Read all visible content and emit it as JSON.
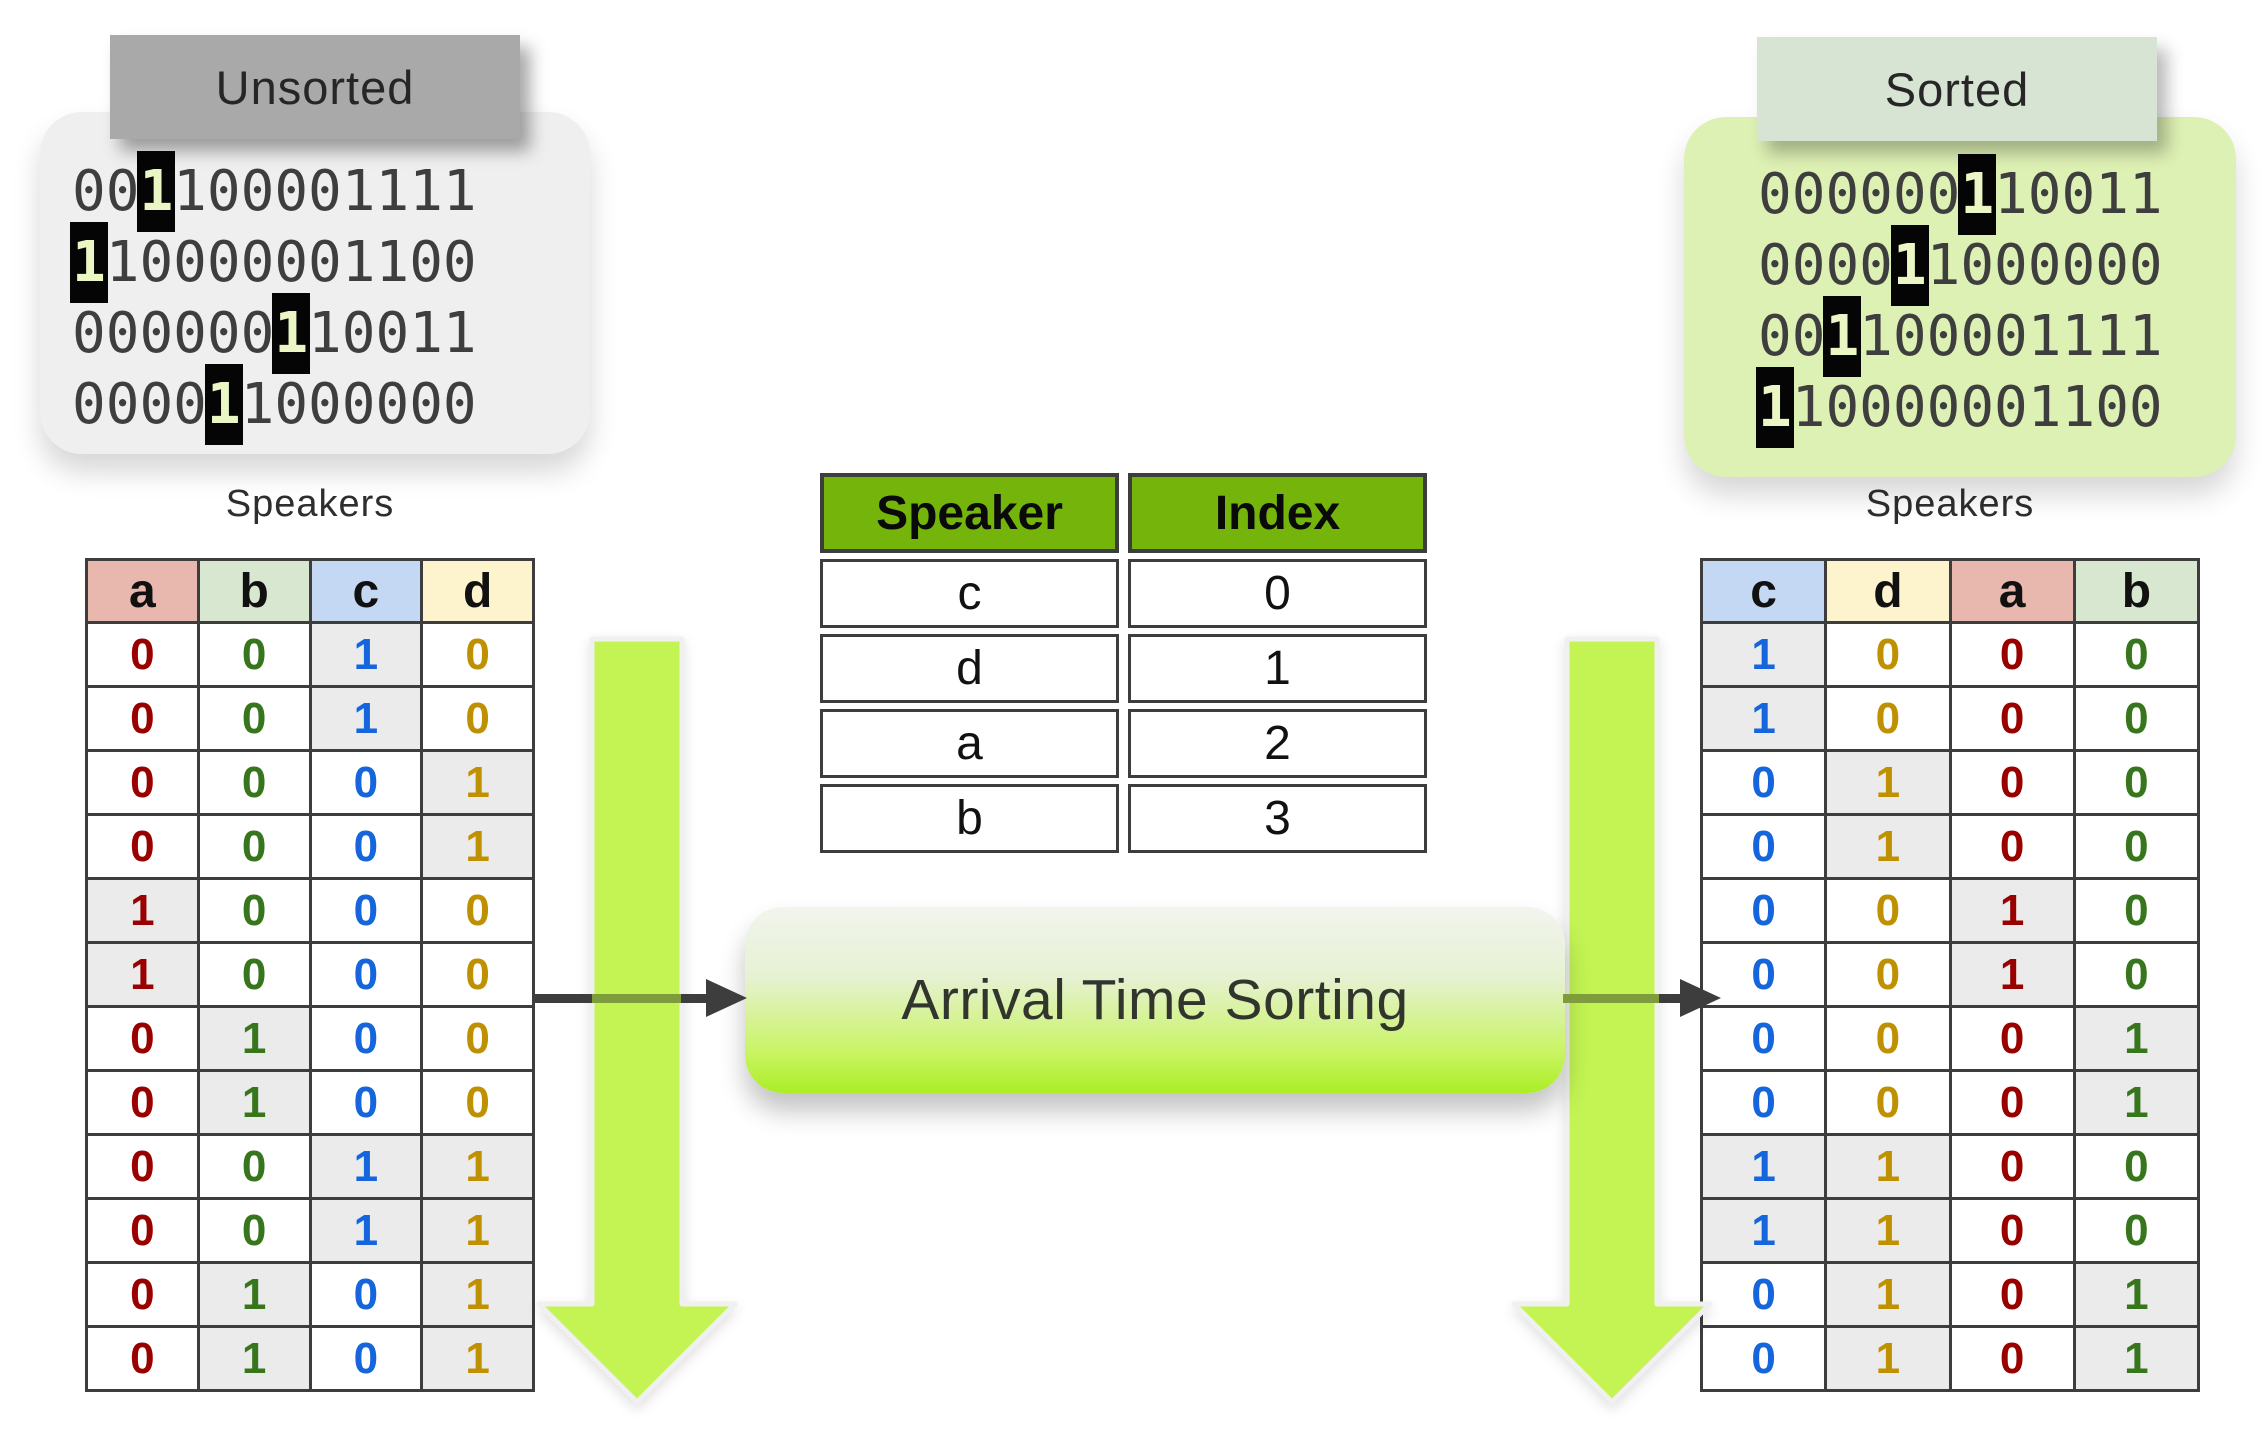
{
  "unsorted_panel": {
    "label": "Unsorted",
    "binary_rows": [
      {
        "bits": "001100001111",
        "highlight_index": 2
      },
      {
        "bits": "110000001100",
        "highlight_index": 0
      },
      {
        "bits": "000000110011",
        "highlight_index": 6
      },
      {
        "bits": "000011000000",
        "highlight_index": 4
      }
    ]
  },
  "sorted_panel": {
    "label": "Sorted",
    "binary_rows": [
      {
        "bits": "000000110011",
        "highlight_index": 6
      },
      {
        "bits": "000011000000",
        "highlight_index": 4
      },
      {
        "bits": "001100001111",
        "highlight_index": 2
      },
      {
        "bits": "110000001100",
        "highlight_index": 0
      }
    ]
  },
  "unsorted_speakers_table": {
    "title": "Speakers",
    "columns": [
      "a",
      "b",
      "c",
      "d"
    ],
    "rows": [
      [
        0,
        0,
        1,
        0
      ],
      [
        0,
        0,
        1,
        0
      ],
      [
        0,
        0,
        0,
        1
      ],
      [
        0,
        0,
        0,
        1
      ],
      [
        1,
        0,
        0,
        0
      ],
      [
        1,
        0,
        0,
        0
      ],
      [
        0,
        1,
        0,
        0
      ],
      [
        0,
        1,
        0,
        0
      ],
      [
        0,
        0,
        1,
        1
      ],
      [
        0,
        0,
        1,
        1
      ],
      [
        0,
        1,
        0,
        1
      ],
      [
        0,
        1,
        0,
        1
      ]
    ]
  },
  "sorted_speakers_table": {
    "title": "Speakers",
    "columns": [
      "c",
      "d",
      "a",
      "b"
    ],
    "rows": [
      [
        1,
        0,
        0,
        0
      ],
      [
        1,
        0,
        0,
        0
      ],
      [
        0,
        1,
        0,
        0
      ],
      [
        0,
        1,
        0,
        0
      ],
      [
        0,
        0,
        1,
        0
      ],
      [
        0,
        0,
        1,
        0
      ],
      [
        0,
        0,
        0,
        1
      ],
      [
        0,
        0,
        0,
        1
      ],
      [
        1,
        1,
        0,
        0
      ],
      [
        1,
        1,
        0,
        0
      ],
      [
        0,
        1,
        0,
        1
      ],
      [
        0,
        1,
        0,
        1
      ]
    ]
  },
  "mapping_table": {
    "columns": [
      "Speaker",
      "Index"
    ],
    "rows": [
      [
        "c",
        "0"
      ],
      [
        "d",
        "1"
      ],
      [
        "a",
        "2"
      ],
      [
        "b",
        "3"
      ]
    ]
  },
  "process_box": {
    "label": "Arrival Time Sorting"
  },
  "palette": {
    "speaker_a": "#990000",
    "speaker_b": "#38761d",
    "speaker_c": "#1665dd",
    "speaker_d": "#bf9000",
    "header_a": "#e8b7ad",
    "header_b": "#d8e8d0",
    "header_c": "#c5d8f3",
    "header_d": "#fdf3cd",
    "map_header_bg": "#75b40a",
    "arrow_green": "#c3f453",
    "olive_blend": "#7f9c3c",
    "cell_one_bg": "#ebebeb",
    "border_dark": "#3d3d3d",
    "mono_text": "#3e3e3e",
    "highlight_bg": "#050505",
    "highlight_text": "#eaf6c3",
    "unsorted_label_bg": "#a9a9a9",
    "unsorted_box_bg": "#efeff0",
    "sorted_label_bg": "#d8e4d3",
    "sorted_box_bg": "#def1b4",
    "arrow_dark": "#3d3d3d",
    "button_text": "#31352e"
  }
}
